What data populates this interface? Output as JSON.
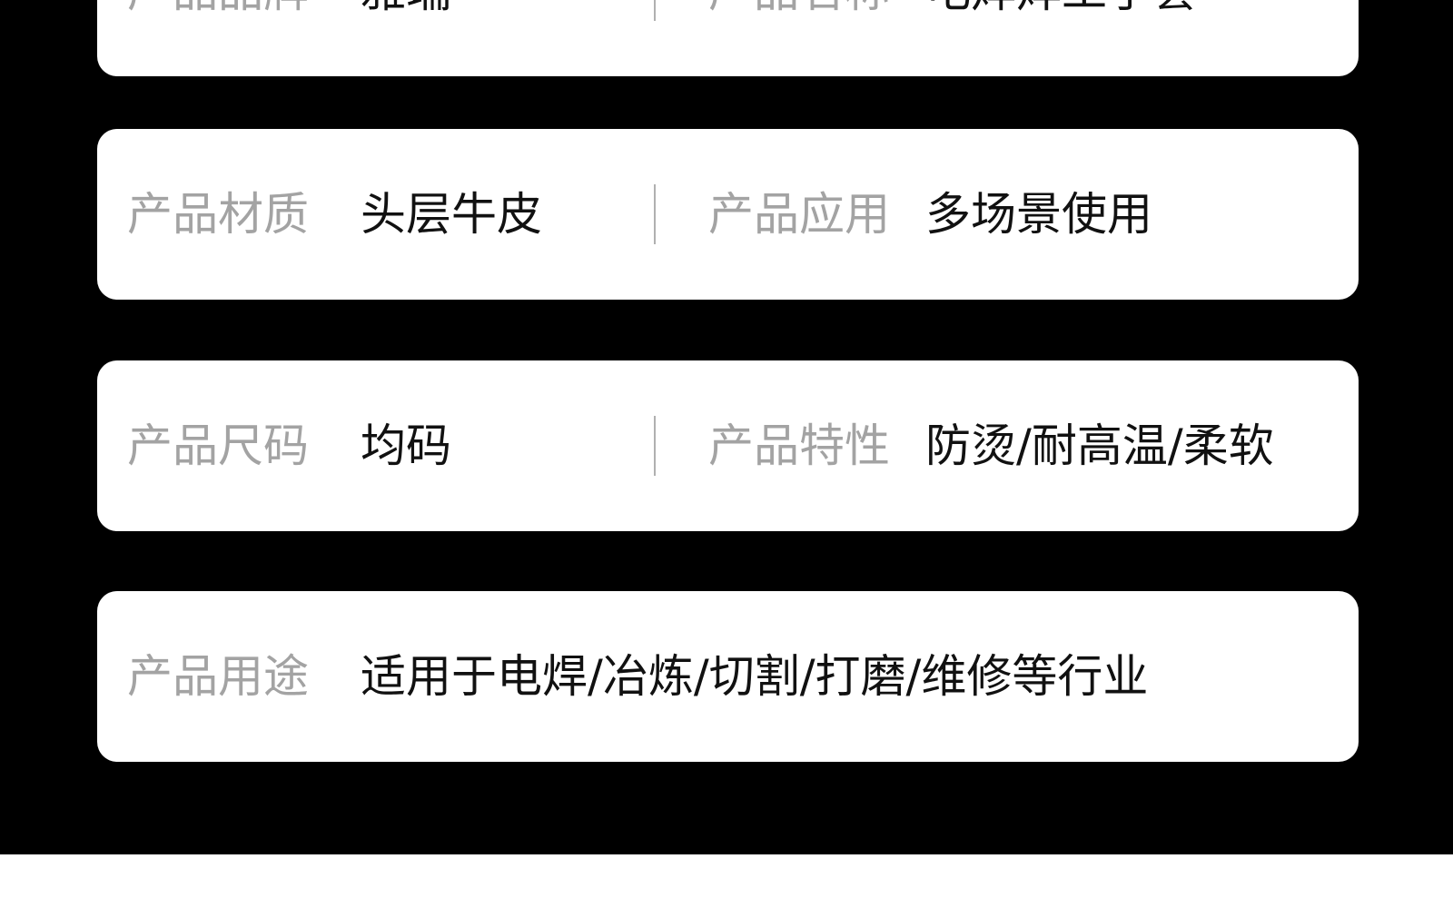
{
  "rows": [
    {
      "left_label": "产品品牌",
      "left_value": "雅瑞",
      "right_label": "产品名称",
      "right_value": "电焊焊工手套"
    },
    {
      "left_label": "产品材质",
      "left_value": "头层牛皮",
      "right_label": "产品应用",
      "right_value": "多场景使用"
    },
    {
      "left_label": "产品尺码",
      "left_value": "均码",
      "right_label": "产品特性",
      "right_value": "防烫/耐高温/柔软"
    },
    {
      "left_label": "产品用途",
      "left_value": "适用于电焊/冶炼/切割/打磨/维修等行业"
    }
  ],
  "colors": {
    "background": "#000000",
    "card": "#ffffff",
    "label": "#a3a3a3",
    "value": "#111111",
    "divider": "#b0b0b0"
  }
}
